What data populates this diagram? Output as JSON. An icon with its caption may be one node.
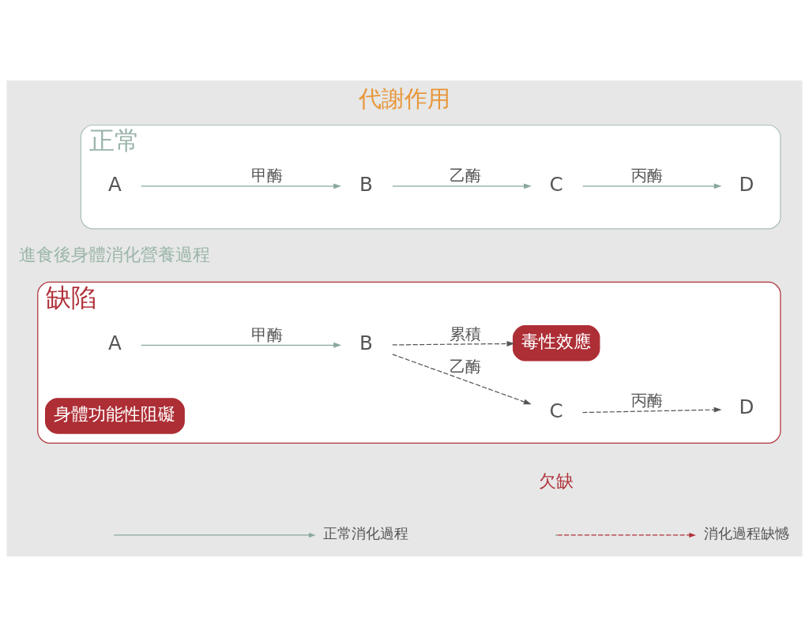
{
  "diagram": {
    "title": "代謝作用",
    "nodes": [
      {
        "text": [
          "正常"
        ]
      },
      {
        "text": [
          "A"
        ],
        "in": 0
      },
      {
        "text": [
          "B"
        ],
        "in": 0
      },
      {
        "text": [
          "C"
        ],
        "in": 0
      },
      {
        "text": [
          "D"
        ],
        "in": 0
      },
      {
        "text": [
          "缺陷"
        ]
      },
      {
        "text": [
          "A"
        ],
        "in": 5
      },
      {
        "text": [
          "B"
        ],
        "in": 5
      },
      {
        "text": [
          "C"
        ],
        "in": 5
      },
      {
        "text": [
          "D"
        ],
        "in": 5
      },
      {
        "text": [
          "毒性效應"
        ],
        "in": 5
      },
      {
        "text": [
          "身體功能性阻礙"
        ],
        "in": 5
      }
    ],
    "edges": [
      {
        "from": 1,
        "to": 2,
        "arrow": "to",
        "label": "甲酶"
      },
      {
        "from": 2,
        "to": 3,
        "arrow": "to",
        "label": "乙酶"
      },
      {
        "from": 3,
        "to": 4,
        "arrow": "to",
        "label": "丙酶"
      },
      {
        "from": 6,
        "to": 7,
        "arrow": "to",
        "label": "甲酶"
      },
      {
        "from": 7,
        "to": 8,
        "arrow": "to",
        "label": "乙酶",
        "style": "dashed",
        "color": "#555555"
      },
      {
        "from": 8,
        "to": 9,
        "arrow": "to",
        "label": "丙酶",
        "style": "dashed",
        "color": "#555555"
      },
      {
        "from": 7,
        "to": 10,
        "arrow": "to",
        "label": "累積",
        "style": "dashed",
        "color": "#555555"
      }
    ],
    "labels": [
      "進食後身體消化營養過程",
      "欠缺"
    ],
    "legend": [
      {
        "text": "正常消化過程"
      },
      {
        "text": "消化過程缺憾"
      }
    ]
  }
}
